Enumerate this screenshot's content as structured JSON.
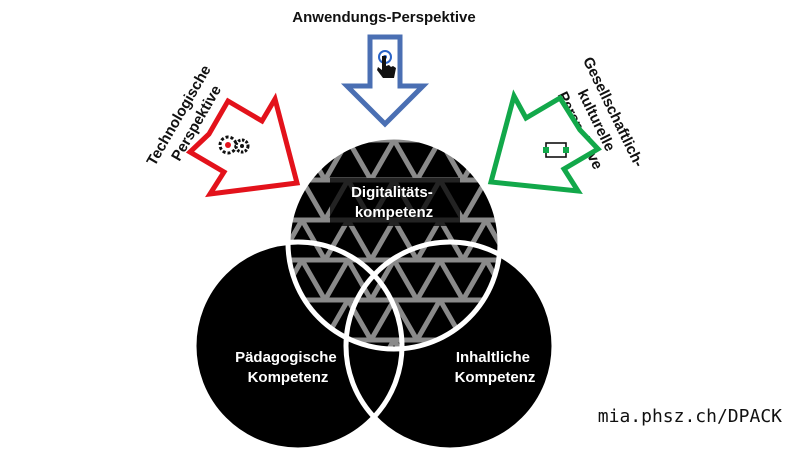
{
  "perspectives": {
    "top": {
      "label": "Anwendungs-Perspektive",
      "color": "#4a6fb3",
      "icon": "pointer-hand-icon"
    },
    "left": {
      "lines": [
        "Technologische",
        "Perspektive"
      ],
      "color": "#e3121b",
      "icon": "gears-icon"
    },
    "right": {
      "lines": [
        "Gesellschaftlich-",
        "kulturelle",
        "Perspektive"
      ],
      "color": "#12a84a",
      "icon": "cycle-arrows-icon"
    }
  },
  "circles": {
    "top": {
      "lines": [
        "Digitalitäts-",
        "kompetenz"
      ]
    },
    "left": {
      "lines": [
        "Pädagogische",
        "Kompetenz"
      ]
    },
    "right": {
      "lines": [
        "Inhaltliche",
        "Kompetenz"
      ]
    }
  },
  "url": "mia.phsz.ch/DPACK"
}
